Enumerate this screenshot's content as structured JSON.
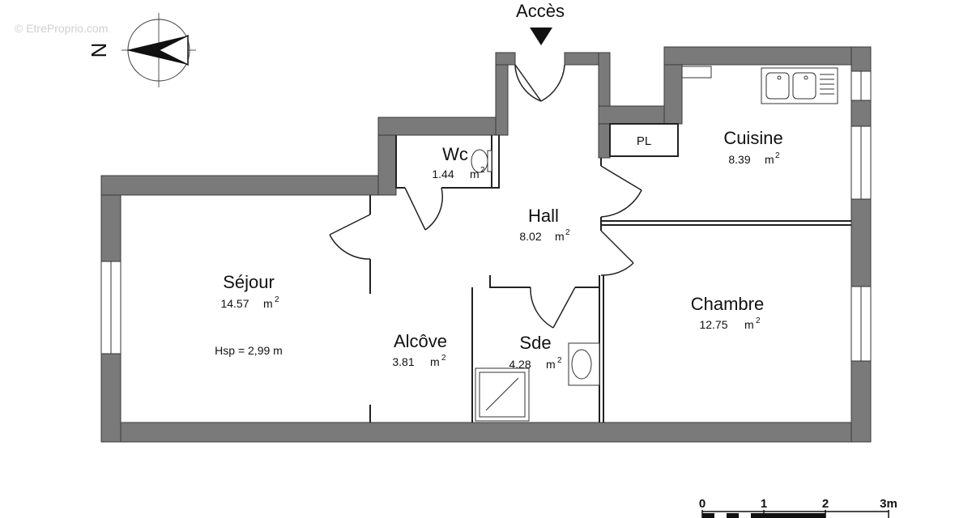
{
  "watermark": "© EtreProprio.com",
  "north": {
    "letter": "N"
  },
  "entrance": {
    "label": "Accès"
  },
  "rooms": {
    "wc": {
      "name": "Wc",
      "area": "1.44",
      "unit": "m",
      "sup": "2"
    },
    "hall": {
      "name": "Hall",
      "area": "8.02",
      "unit": "m",
      "sup": "2"
    },
    "cuisine": {
      "name": "Cuisine",
      "area": "8.39",
      "unit": "m",
      "sup": "2"
    },
    "sejour": {
      "name": "Séjour",
      "area": "14.57",
      "unit": "m",
      "sup": "2"
    },
    "alcove": {
      "name": "Alcôve",
      "area": "3.81",
      "unit": "m",
      "sup": "2"
    },
    "sde": {
      "name": "Sde",
      "area": "4.28",
      "unit": "m",
      "sup": "2"
    },
    "chambre": {
      "name": "Chambre",
      "area": "12.75",
      "unit": "m",
      "sup": "2"
    }
  },
  "ceiling_height": "Hsp = 2,99 m",
  "placard": "PL",
  "scale": {
    "labels": [
      "0",
      "1",
      "2",
      "3m"
    ]
  },
  "colors": {
    "wall": "#7a7a7a",
    "wall_edge": "#3a3a3a",
    "ink": "#111111"
  }
}
